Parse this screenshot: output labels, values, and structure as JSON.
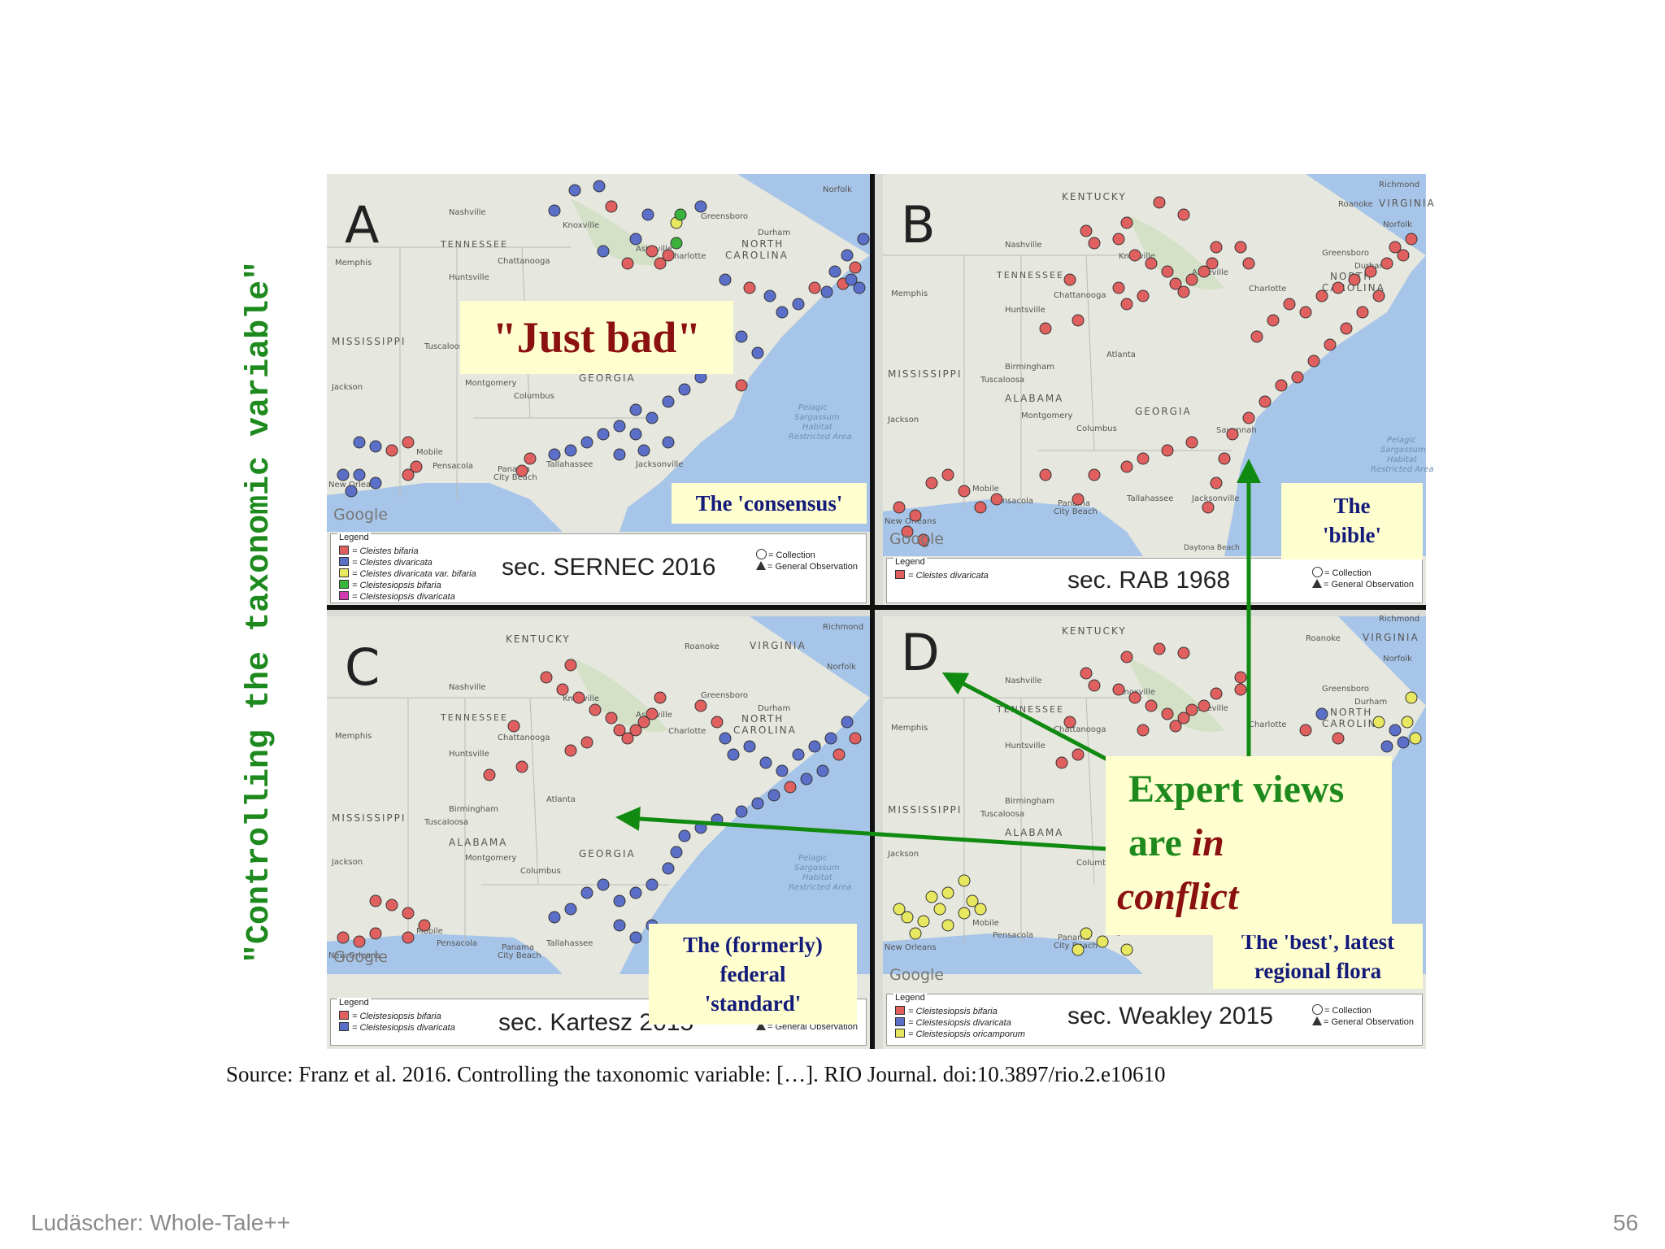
{
  "slide": {
    "vertical_title": "\"Controlling the taxonomic variable\"",
    "source": "Source: Franz et al. 2016. Controlling the taxonomic variable: […]. RIO Journal. doi:10.3897/rio.2.e10610",
    "footer_left": "Ludäscher: Whole-Tale++",
    "page_number": "56"
  },
  "map_common": {
    "google": "Google",
    "legend_title": "Legend",
    "collection": "= Collection",
    "general_observation": "= General Observation"
  },
  "panels": {
    "a": {
      "letter": "A",
      "source": "sec. SERNEC 2016",
      "legend": [
        {
          "label": "= Cleistes bifaria",
          "color": "#e06060"
        },
        {
          "label": "= Cleistes divaricata",
          "color": "#5b6fc9"
        },
        {
          "label": "= Cleistes divaricata var. bifaria",
          "color": "#e8e860"
        },
        {
          "label": "= Cleistesiopsis bifaria",
          "color": "#3bb23b"
        },
        {
          "label": "= Cleistesiopsis divaricata",
          "color": "#d23cb0"
        }
      ]
    },
    "b": {
      "letter": "B",
      "source": "sec. RAB 1968",
      "legend": [
        {
          "label": "= Cleistes divaricata",
          "color": "#e06060"
        }
      ]
    },
    "c": {
      "letter": "C",
      "source": "sec. Kartesz 2015",
      "legend": [
        {
          "label": "= Cleistesiopsis bifaria",
          "color": "#e06060"
        },
        {
          "label": "= Cleistesiopsis divaricata",
          "color": "#5b6fc9"
        }
      ]
    },
    "d": {
      "letter": "D",
      "source": "sec. Weakley 2015",
      "legend": [
        {
          "label": "= Cleistesiopsis bifaria",
          "color": "#e06060"
        },
        {
          "label": "= Cleistesiopsis divaricata",
          "color": "#5b6fc9"
        },
        {
          "label": "= Cleistesiopsis oricamporum",
          "color": "#e8e860"
        }
      ]
    }
  },
  "map_labels": {
    "a": [
      "Nashville",
      "Knoxville",
      "TENNESSEE",
      "Greensboro",
      "Durham",
      "NORTH",
      "CAROLINA",
      "Charlotte",
      "Asheville",
      "Chattanooga",
      "Memphis",
      "Huntsville",
      "MISSISSIPPI",
      "Tuscaloosa",
      "Montgomery",
      "GEORGIA",
      "Columbus",
      "Jackson",
      "Mobile",
      "Pensacola",
      "Panama City Beach",
      "Tallahassee",
      "Jacksonville",
      "New Orleans",
      "Pelagic Sargassum Habitat Restricted Area",
      "Norfolk"
    ],
    "b": [
      "KENTUCKY",
      "Richmond",
      "Roanoke",
      "VIRGINIA",
      "Norfolk",
      "Nashville",
      "Knoxville",
      "TENNESSEE",
      "Greensboro",
      "Durham",
      "NORTH",
      "CAROLINA",
      "Charlotte",
      "Asheville",
      "Chattanooga",
      "Memphis",
      "Huntsville",
      "Atlanta",
      "MISSISSIPPI",
      "Birmingham",
      "Tuscaloosa",
      "ALABAMA",
      "Montgomery",
      "GEORGIA",
      "Columbus",
      "Jackson",
      "Mobile",
      "Pensacola",
      "Panama City Beach",
      "Tallahassee",
      "Jacksonville",
      "Daytona Beach",
      "New Orleans",
      "Savannah",
      "Pelagic Sargassum Habitat Restricted Area"
    ],
    "c": [
      "KENTUCKY",
      "Richmond",
      "Roanoke",
      "VIRGINIA",
      "Norfolk",
      "Nashville",
      "Knoxville",
      "TENNESSEE",
      "Greensboro",
      "Durham",
      "NORTH",
      "CAROLINA",
      "Charlotte",
      "Asheville",
      "Chattanooga",
      "Memphis",
      "Huntsville",
      "Atlanta",
      "MISSISSIPPI",
      "Birmingham",
      "Tuscaloosa",
      "ALABAMA",
      "Montgomery",
      "GEORGIA",
      "Columbus",
      "Jackson",
      "Mobile",
      "Pensacola",
      "Panama City Beach",
      "Tallahassee",
      "New Orleans",
      "Pelagic Sargassum Habitat Restricted Area"
    ],
    "d": [
      "KENTUCKY",
      "Richmond",
      "Roanoke",
      "VIRGINIA",
      "Norfolk",
      "Nashville",
      "Knoxville",
      "TENNESSEE",
      "Greensboro",
      "Durham",
      "NORTH",
      "CAROLINA",
      "Charlotte",
      "Asheville",
      "Chattanooga",
      "Memphis",
      "Huntsville",
      "MISSISSIPPI",
      "Birmingham",
      "Tuscaloosa",
      "ALABAMA",
      "Jackson",
      "Mobile",
      "Pensacola",
      "Panama City Beach",
      "New Orleans",
      "Columbus"
    ]
  },
  "callouts": {
    "just_bad": "\"Just bad\"",
    "consensus": "The 'consensus'",
    "bible_1": "The",
    "bible_2": "'bible'",
    "federal_1": "The (formerly)",
    "federal_2": "federal",
    "federal_3": "'standard'",
    "best_1": "The 'best', latest",
    "best_2": "regional flora",
    "expert_1": "Expert views",
    "expert_2": "are",
    "expert_3": "in",
    "expert_4": "conflict"
  },
  "colors": {
    "title_green": "#1e8a1e",
    "callout_bg": "#fefece",
    "callout_text": "#141a7a",
    "just_bad": "#8b1010",
    "arrow_green": "#118a11",
    "red_dot": "#e06060",
    "blue_dot": "#5b6fc9",
    "yellow_dot": "#e8e860",
    "ocean": "#a7c5e8",
    "land": "#e6e7de"
  }
}
